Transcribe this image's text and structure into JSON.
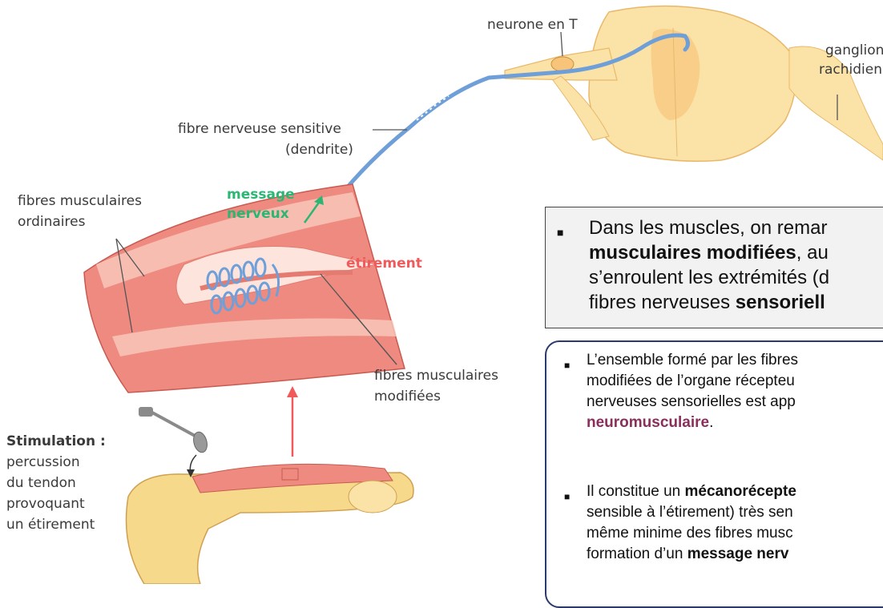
{
  "labels": {
    "neurone_t": "neurone en T",
    "ganglion_1": "ganglion",
    "ganglion_2": "rachidien",
    "fibre_sensitive_1": "fibre nerveuse sensitive",
    "fibre_sensitive_2": "(dendrite)",
    "fibres_ordinaires_1": "fibres musculaires",
    "fibres_ordinaires_2": "ordinaires",
    "message_1": "message",
    "message_2": "nerveux",
    "etirement": "étirement",
    "fibres_modifiees_1": "fibres musculaires",
    "fibres_modifiees_2": "modifiées",
    "stimulation_title": "Stimulation :",
    "stimulation_1": "percussion",
    "stimulation_2": "du tendon",
    "stimulation_3": "provoquant",
    "stimulation_4": "un étirement"
  },
  "box1": {
    "line1": "Dans les muscles, on remar",
    "line2_bold": "musculaires modifiées",
    "line2_rest": ", au",
    "line3": "s’enroulent les extrémités (d",
    "line4_start": "fibres nerveuses ",
    "line4_bold": "sensoriell"
  },
  "box2": {
    "p1_line1": "L’ensemble formé par les fibres",
    "p1_line2": "modifiées de l’organe récepteu",
    "p1_line3": "nerveuses sensorielles est app",
    "p1_line4_bold": "neuromusculaire",
    "p1_line4_end": ".",
    "p2_line1_start": "Il constitue un ",
    "p2_line1_bold": "mécanorécepte",
    "p2_line2": "sensible à l’étirement) très sen",
    "p2_line3": "même minime des fibres musc",
    "p2_line4_start": "formation d’un ",
    "p2_line4_bold": "message nerv"
  },
  "colors": {
    "muscle": "#ee8a80",
    "muscle_light": "#f9c9bc",
    "nerve": "#6f9fd8",
    "bone": "#f7d98c",
    "spinal": "#fbe3a8",
    "arrow_red": "#f15a5a",
    "arrow_green": "#2bb673"
  }
}
